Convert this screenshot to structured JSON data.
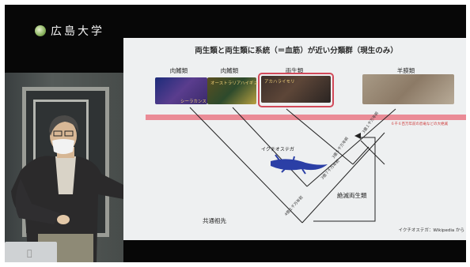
{
  "logo": {
    "text": "広島大学"
  },
  "slide": {
    "title": "両生類と両生類に系統（＝血筋）が近い分類群（現生のみ）",
    "groups": {
      "g1": "肉鰭類",
      "g2": "肉鰭類",
      "g3": "両生類",
      "g4": "羊膜類"
    },
    "photo_captions": {
      "p1": "シーラカンス",
      "p2": "オーストラリアハイギョ",
      "p3": "アカハライモリ"
    },
    "extinction_note": "６千６百万年前の恐竜などの大絶滅",
    "species_label": "イクチオステガ",
    "extinct_label": "絶滅両生類",
    "common_ancestor": "共通祖先",
    "branch_ages": {
      "a1": "3億１千万年前",
      "a2": "3億５千万年前",
      "a3": "3億７千万年前",
      "a4": "4億１千万年前"
    },
    "credit": "イクチオステガ：Wikipedia から"
  }
}
